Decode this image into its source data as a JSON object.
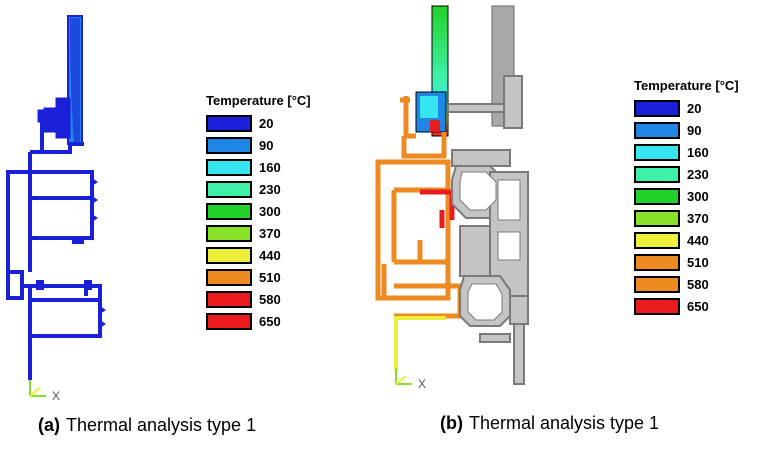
{
  "colors": {
    "scale": [
      "#1a1fd8",
      "#1f86e6",
      "#35e6f0",
      "#3ff0a8",
      "#22d22a",
      "#8ae12a",
      "#ecf03a",
      "#ee8a22",
      "#e81c1c"
    ],
    "gray": "#a8a8a8",
    "outline": "#000000"
  },
  "panels": [
    {
      "id": "a",
      "legend": {
        "title": "Temperature [°C]",
        "values": [
          "20",
          "90",
          "160",
          "230",
          "300",
          "370",
          "440",
          "510",
          "580",
          "650"
        ]
      },
      "axis_label": "X",
      "caption": {
        "letter": "(a)",
        "text": "Thermal analysis type 1"
      }
    },
    {
      "id": "b",
      "legend": {
        "title": "Temperature [°C]",
        "values": [
          "20",
          "90",
          "160",
          "230",
          "300",
          "370",
          "440",
          "510",
          "580",
          "650"
        ]
      },
      "axis_label": "X",
      "caption": {
        "letter": "(b)",
        "text": "Thermal analysis type 1"
      }
    }
  ]
}
